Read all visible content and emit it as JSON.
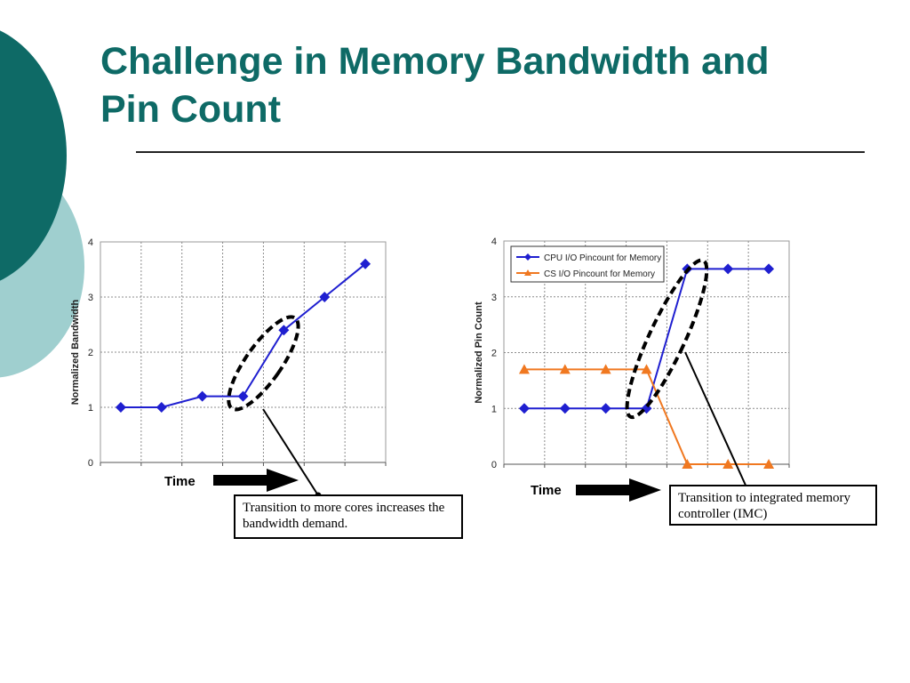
{
  "slide": {
    "title_line1": "Challenge in Memory Bandwidth and",
    "title_line2": "Pin Count"
  },
  "theme": {
    "accent_dark": "#0e6a66",
    "accent_light": "#9fcfcf"
  },
  "chart_data": [
    {
      "type": "line",
      "title": "",
      "xlabel": "Time",
      "ylabel": "Normalized Bandwidth",
      "ylim": [
        0,
        4
      ],
      "yticks": [
        "0",
        "1",
        "2",
        "3",
        "4"
      ],
      "grid": true,
      "legend": "none",
      "x": [
        1,
        2,
        3,
        4,
        5,
        6,
        7
      ],
      "series": [
        {
          "values": [
            1.0,
            1.0,
            1.2,
            1.2,
            2.4,
            3.0,
            3.6
          ],
          "color": "#1f1fd0",
          "marker": "diamond"
        }
      ],
      "annotation": {
        "text": "Transition to more cores increases the bandwidth demand.",
        "target": "points 4-5 (dashed ellipse)"
      }
    },
    {
      "type": "line",
      "title": "",
      "xlabel": "Time",
      "ylabel": "Normalized Pin Count",
      "ylim": [
        0,
        4
      ],
      "yticks": [
        "0",
        "1",
        "2",
        "3",
        "4"
      ],
      "grid": true,
      "legend": "top-left",
      "x": [
        1,
        2,
        3,
        4,
        5,
        6,
        7
      ],
      "series": [
        {
          "name": "CPU I/O Pincount for Memory",
          "values": [
            1.0,
            1.0,
            1.0,
            1.0,
            3.5,
            3.5,
            3.5
          ],
          "color": "#1f1fd0",
          "marker": "diamond"
        },
        {
          "name": "CS I/O Pincount for Memory",
          "values": [
            1.7,
            1.7,
            1.7,
            1.7,
            0.0,
            0.0,
            0.0
          ],
          "color": "#f07820",
          "marker": "triangle"
        }
      ],
      "annotation": {
        "text": "Transition to integrated memory controller (IMC)",
        "target": "points 4-5 (dashed ellipse)"
      }
    }
  ]
}
